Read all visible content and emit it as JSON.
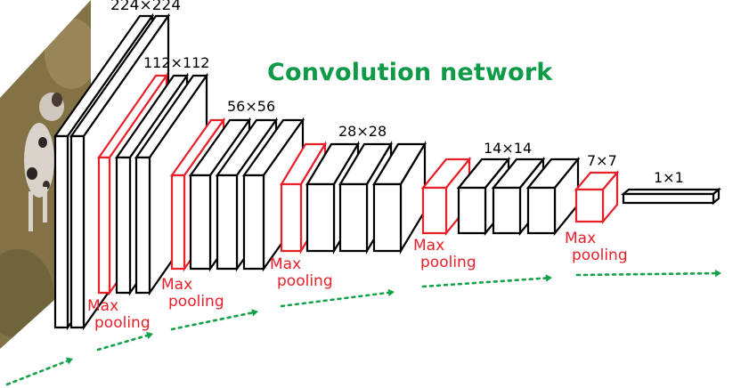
{
  "title": "Convolution network",
  "colors": {
    "title": "#0f9a48",
    "pooling": "#e8202a",
    "conv": "#000000",
    "arrow": "#13a14a",
    "image_grass": "#8c7a4e",
    "image_dog": "#d9d3cc"
  },
  "image": {
    "icon": "dog-photo-input"
  },
  "sizes": [
    "224×224",
    "112×112",
    "56×56",
    "28×28",
    "14×14",
    "7×7",
    "1×1"
  ],
  "pooling_labels": [
    {
      "line1": "Max",
      "line2": "pooling"
    },
    {
      "line1": "Max",
      "line2": "pooling"
    },
    {
      "line1": "Max",
      "line2": "pooling"
    },
    {
      "line1": "Max",
      "line2": "pooling"
    },
    {
      "line1": "Max",
      "line2": "pooling"
    }
  ]
}
